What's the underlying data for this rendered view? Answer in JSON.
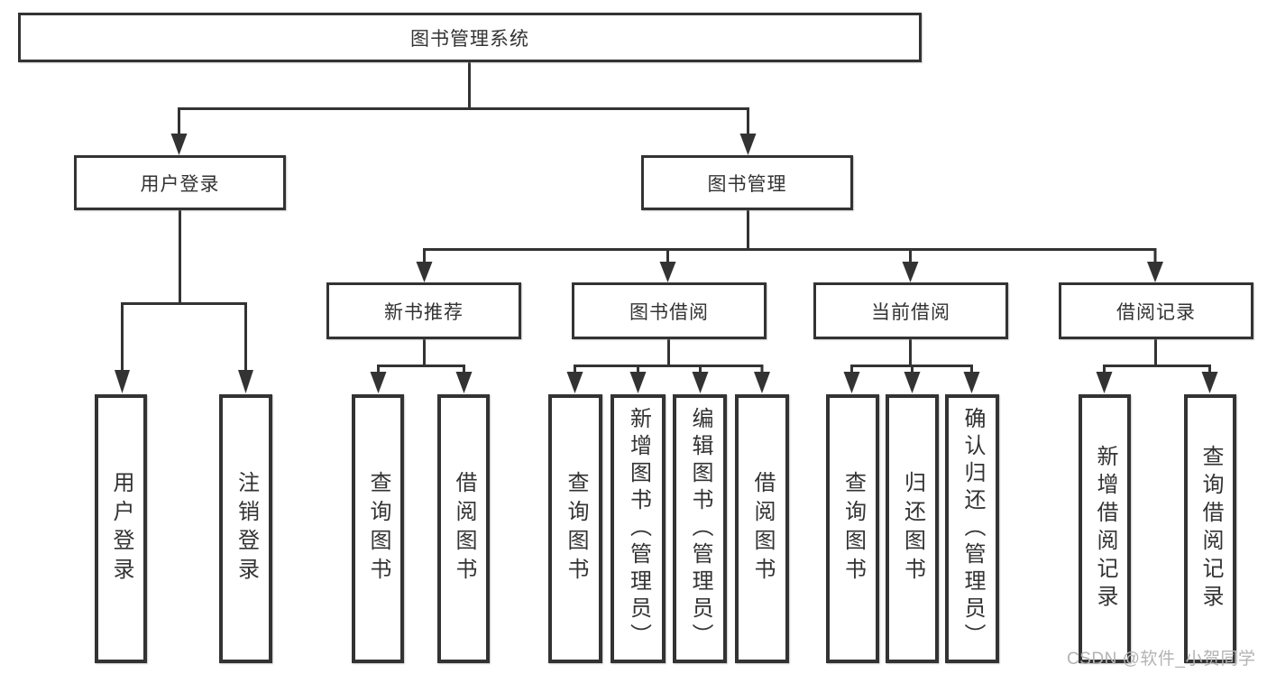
{
  "diagram": {
    "title": "图书管理系统",
    "level2": {
      "user_login": "用户登录",
      "book_mgmt": "图书管理"
    },
    "level3": {
      "new_book_rec": "新书推荐",
      "book_borrow": "图书借阅",
      "current_borrow": "当前借阅",
      "borrow_record": "借阅记录"
    },
    "leaves": {
      "user_login": "用户登录",
      "logout": "注销登录",
      "rec_query_book": "查询图书",
      "rec_borrow_book": "借阅图书",
      "bb_query_book": "查询图书",
      "bb_add_book": "新增图书（管理员）",
      "bb_edit_book": "编辑图书（管理员）",
      "bb_borrow_book": "借阅图书",
      "cb_query_book": "查询图书",
      "cb_return_book": "归还图书",
      "cb_confirm_return": "确认归还（管理员）",
      "br_add_record": "新增借阅记录",
      "br_query_record": "查询借阅记录"
    },
    "watermark": "CSDN @软件_小贺同学",
    "colors": {
      "line": "#333333",
      "text": "#333333",
      "watermark": "#b3b3b3",
      "background": "#ffffff"
    }
  }
}
